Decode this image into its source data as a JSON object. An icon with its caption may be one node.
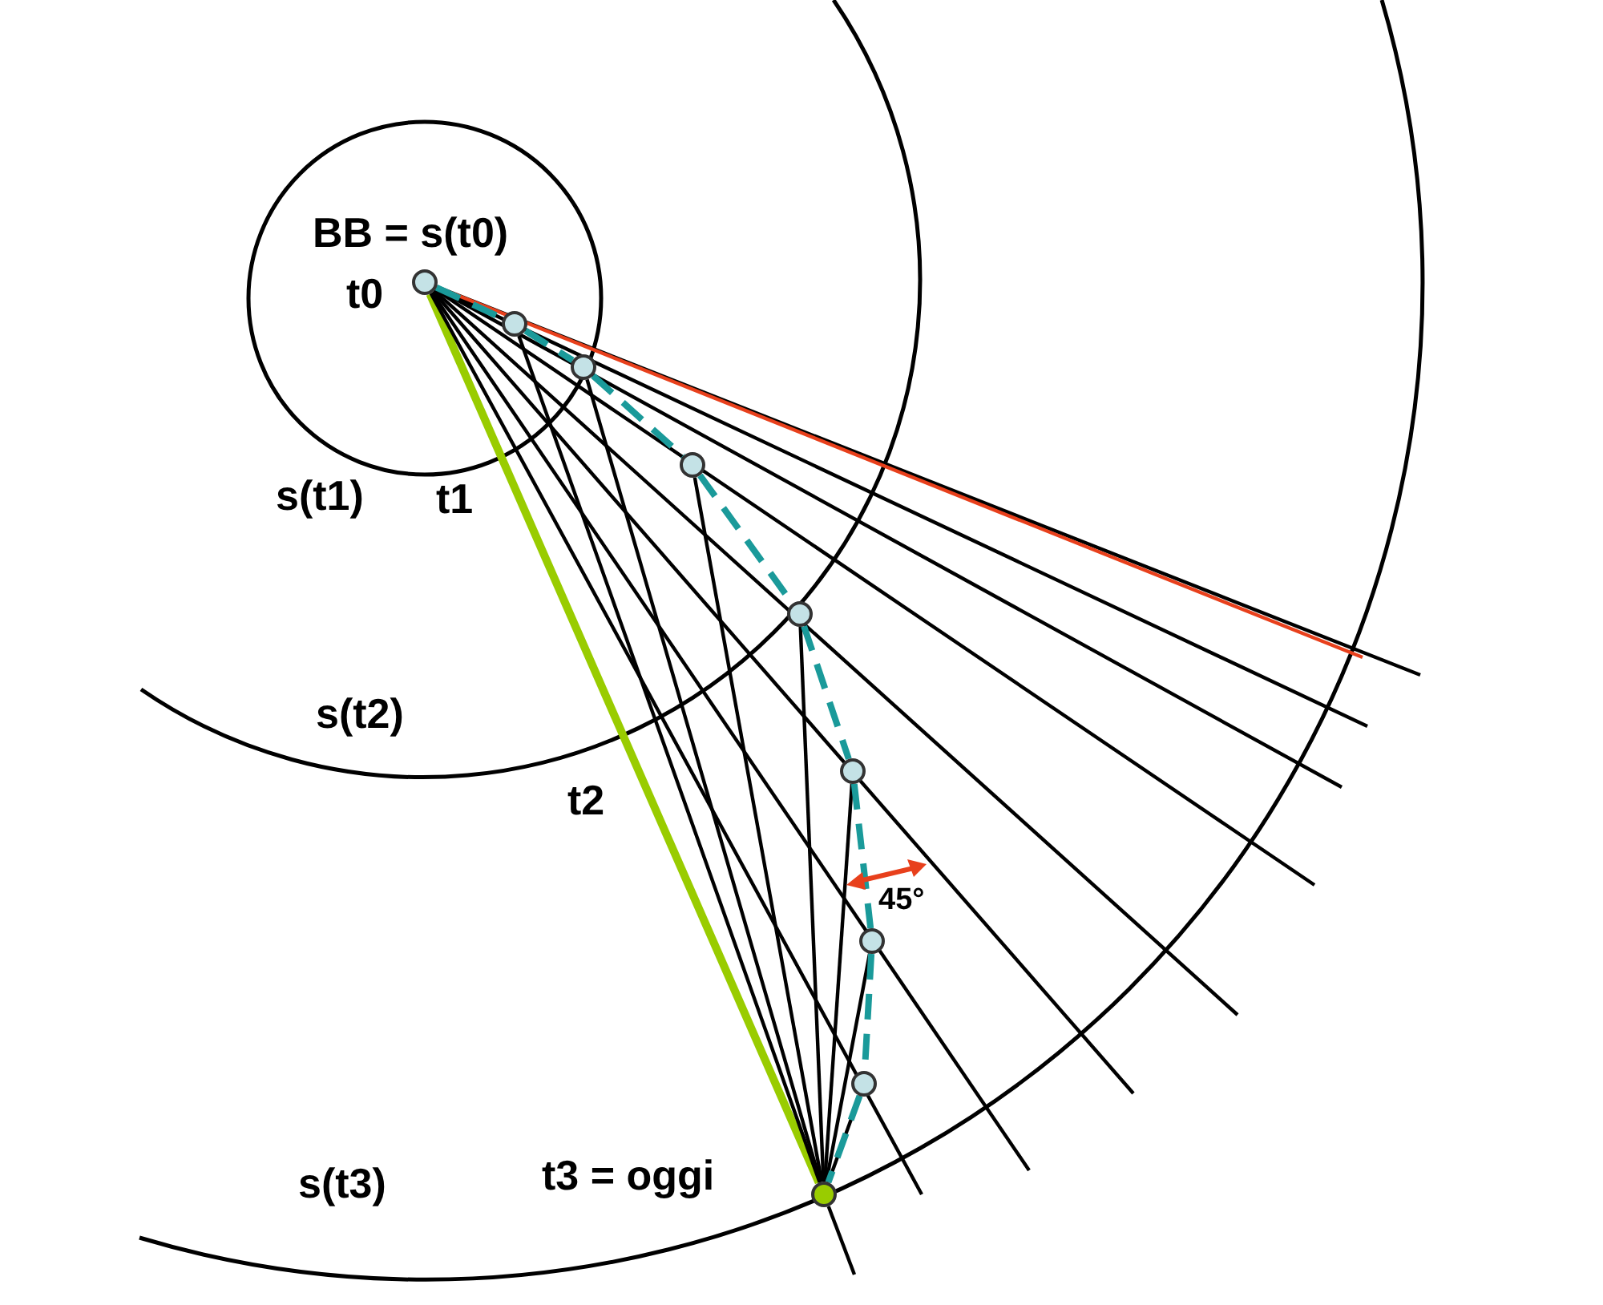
{
  "diagram": {
    "nodes": [
      {
        "text": [],
        "shape": "circle",
        "beside": [
          "BB = s(t0)",
          "t0"
        ]
      },
      {
        "text": [],
        "shape": "circle"
      },
      {
        "text": [],
        "shape": "circle"
      },
      {
        "text": [],
        "shape": "circle"
      },
      {
        "text": [],
        "shape": "circle"
      },
      {
        "text": [],
        "shape": "circle"
      },
      {
        "text": [],
        "shape": "circle"
      },
      {
        "text": [],
        "shape": "circle"
      },
      {
        "text": [],
        "shape": "circle",
        "beside": [
          "t3 = oggi"
        ]
      }
    ],
    "edges": [
      {
        "from": 0,
        "to": 8,
        "arrow": "none",
        "style": "thick",
        "color": "#99cc00"
      },
      {
        "from": 8,
        "to": 1,
        "arrow": "none"
      },
      {
        "from": 8,
        "to": 2,
        "arrow": "none"
      },
      {
        "from": 8,
        "to": 3,
        "arrow": "none"
      },
      {
        "from": 8,
        "to": 4,
        "arrow": "none"
      },
      {
        "from": 8,
        "to": 5,
        "arrow": "none"
      },
      {
        "from": 8,
        "to": 6,
        "arrow": "none"
      },
      {
        "from": 8,
        "to": 7,
        "arrow": "none"
      },
      {
        "from": 0,
        "to": null,
        "arrow": "none"
      },
      {
        "from": 0,
        "to": null,
        "arrow": "none"
      },
      {
        "from": 0,
        "to": null,
        "arrow": "none"
      },
      {
        "from": 0,
        "to": null,
        "arrow": "none"
      },
      {
        "from": 0,
        "to": null,
        "arrow": "none"
      },
      {
        "from": 0,
        "to": null,
        "arrow": "none"
      },
      {
        "from": 0,
        "to": null,
        "arrow": "none"
      },
      {
        "from": 0,
        "to": null,
        "arrow": "none"
      },
      {
        "from": 0,
        "to": null,
        "arrow": "none",
        "color": "#e8401c"
      },
      {
        "from": 8,
        "to": null,
        "arrow": "none"
      },
      {
        "from": 0,
        "to": 1,
        "arrow": "none",
        "style": "dashed",
        "color": "#1a9a9a"
      },
      {
        "from": 1,
        "to": 2,
        "arrow": "none",
        "style": "dashed",
        "color": "#1a9a9a"
      },
      {
        "from": 2,
        "to": 3,
        "arrow": "none",
        "style": "dashed",
        "color": "#1a9a9a"
      },
      {
        "from": 3,
        "to": 4,
        "arrow": "none",
        "style": "dashed",
        "color": "#1a9a9a"
      },
      {
        "from": 4,
        "to": 5,
        "arrow": "none",
        "style": "dashed",
        "color": "#1a9a9a"
      },
      {
        "from": 5,
        "to": 6,
        "arrow": "none",
        "style": "dashed",
        "color": "#1a9a9a"
      },
      {
        "from": 6,
        "to": 7,
        "arrow": "none",
        "style": "dashed",
        "color": "#1a9a9a"
      },
      {
        "from": 7,
        "to": 8,
        "arrow": "none",
        "style": "dashed",
        "color": "#1a9a9a"
      }
    ],
    "labels": [
      "s(t1)",
      "t1",
      "s(t2)",
      "t2",
      "s(t3)",
      "45°"
    ]
  }
}
